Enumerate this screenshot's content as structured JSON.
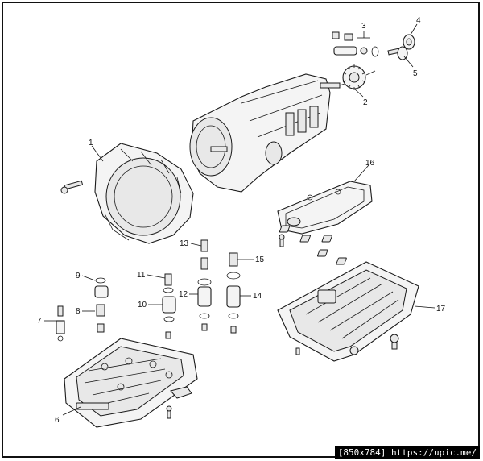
{
  "diagram": {
    "callouts": [
      "1",
      "2",
      "3",
      "4",
      "5",
      "6",
      "7",
      "8",
      "9",
      "10",
      "11",
      "12",
      "13",
      "14",
      "15",
      "16",
      "17"
    ]
  },
  "watermark": {
    "text": "[850x784] https://upic.me/"
  }
}
